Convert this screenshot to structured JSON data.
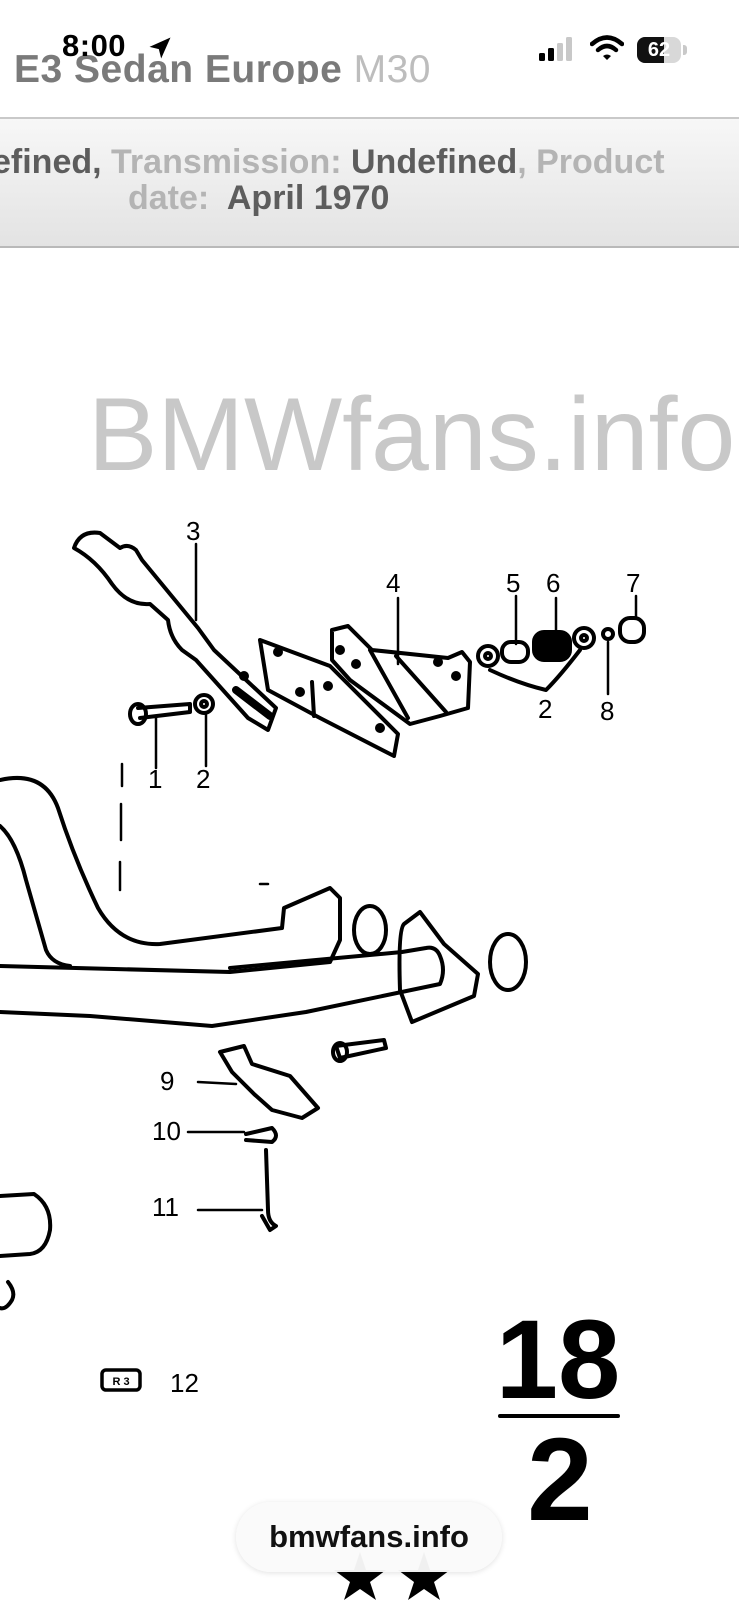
{
  "status_bar": {
    "time": "8:00",
    "battery_level": "62",
    "battery_fraction": 0.62,
    "icons": [
      "location-arrow-icon",
      "cellular-signal-icon",
      "wifi-icon",
      "battery-icon"
    ]
  },
  "page": {
    "heading_main": "E3 Sedan Europe",
    "heading_light": "M30"
  },
  "filters": {
    "line1_value_cut": "efined,",
    "transmission_label": "Transmission:",
    "transmission_value": "Undefined",
    "production_label": ", Product",
    "date_label": "date:",
    "date_value": "April 1970"
  },
  "diagram": {
    "watermark": "BMWfans.info",
    "callouts": [
      "1",
      "2",
      "3",
      "4",
      "5",
      "6",
      "7",
      "8",
      "2",
      "9",
      "10",
      "11",
      "12"
    ],
    "legend_box": "R 3",
    "page_number_top": "18",
    "page_number_bottom": "2"
  },
  "browser": {
    "site_label": "bmwfans.info"
  },
  "colors": {
    "heading_gray": "#7a7a7a",
    "label_gray": "#b4b4b4",
    "value_gray": "#5d5d5d",
    "watermark_gray": "#c8c8c8"
  }
}
